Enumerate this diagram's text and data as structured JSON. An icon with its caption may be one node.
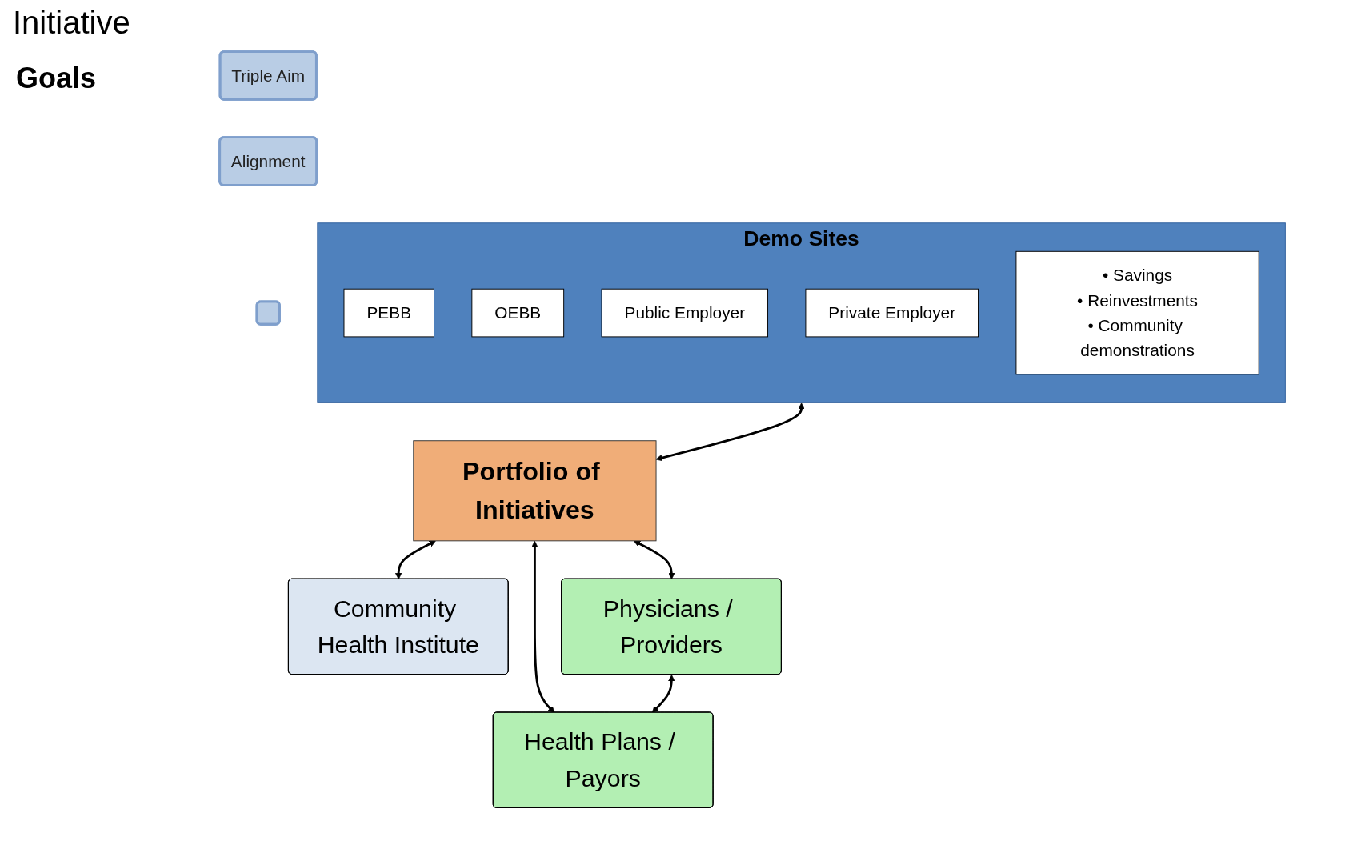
{
  "diagram": {
    "title": "Initiative",
    "nodes": [
      {
        "text": [
          "Demo Sites"
        ]
      },
      {
        "text": [
          "PEBB"
        ],
        "in": 0
      },
      {
        "text": [
          "OEBB"
        ],
        "in": 0
      },
      {
        "text": [
          "Public Employer"
        ],
        "in": 0
      },
      {
        "text": [
          "Private Employer"
        ],
        "in": 0
      },
      {
        "text": [
          "• Savings",
          "• Reinvestments",
          "• Community demonstrations"
        ],
        "in": 0
      },
      {
        "text": [
          "Triple Aim"
        ]
      },
      {
        "text": [
          "Alignment"
        ]
      },
      {
        "text": [],
        "shape": "box"
      },
      {
        "text": [
          "Portfolio of Initiatives"
        ]
      },
      {
        "text": [
          "Community Health Institute"
        ]
      },
      {
        "text": [
          "Physicians / Providers"
        ]
      },
      {
        "text": [
          "Health Plans / Payors"
        ]
      }
    ],
    "edges": [
      {
        "from": 0,
        "to": 9,
        "arrow": "both"
      },
      {
        "from": 9,
        "to": 10,
        "arrow": "both"
      },
      {
        "from": 9,
        "to": 11,
        "arrow": "both"
      },
      {
        "from": 9,
        "to": 12,
        "arrow": "both"
      },
      {
        "from": 11,
        "to": 12,
        "arrow": "both"
      }
    ],
    "labels": [
      "Goals"
    ]
  }
}
